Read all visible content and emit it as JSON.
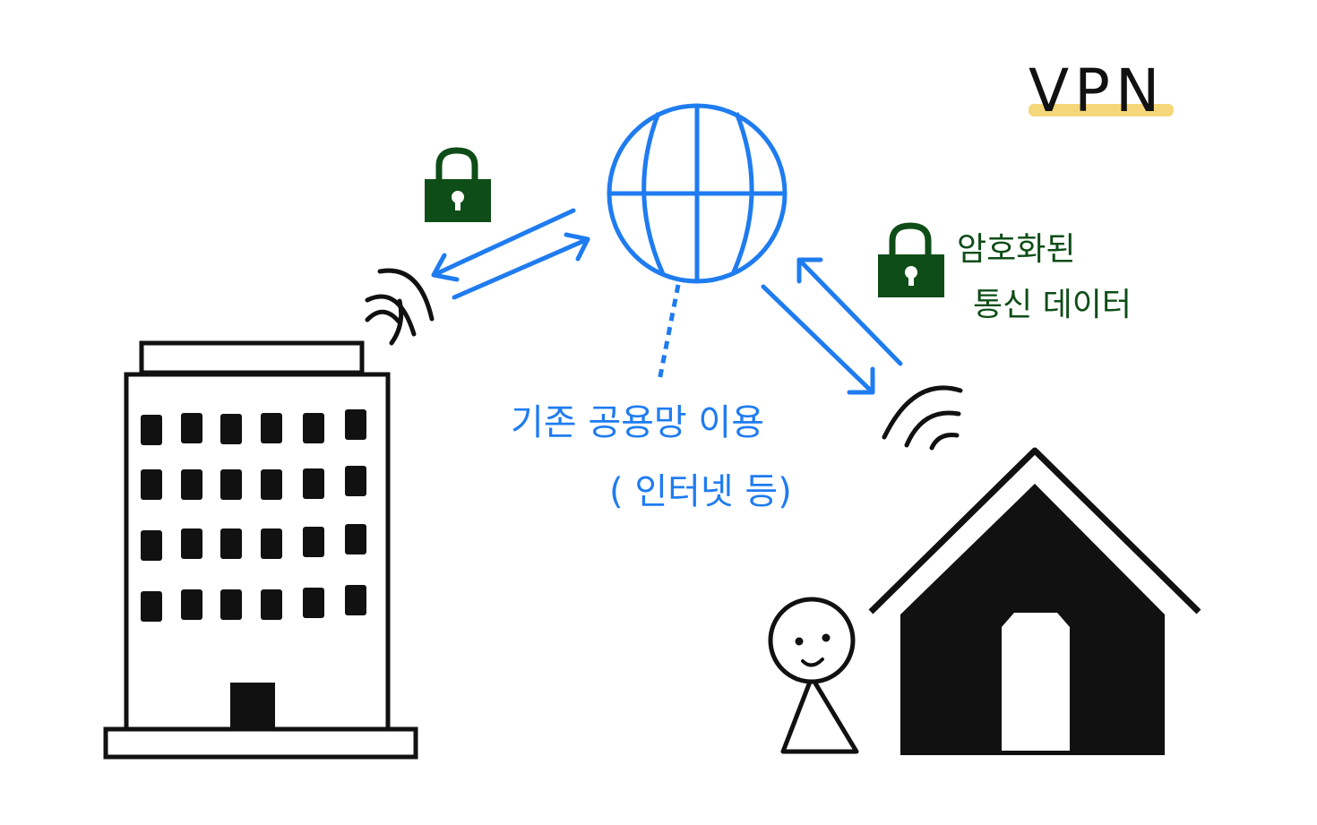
{
  "title": "VPN",
  "public_network_label": {
    "line1": "기존 공용망 이용",
    "line2": "( 인터넷 등)"
  },
  "encrypted_label": {
    "line1": "암호화된",
    "line2": "통신 데이터"
  },
  "colors": {
    "ink": "#111111",
    "blue": "#1f7cf0",
    "green": "#0e4d17",
    "highlight": "#f5d77a"
  }
}
